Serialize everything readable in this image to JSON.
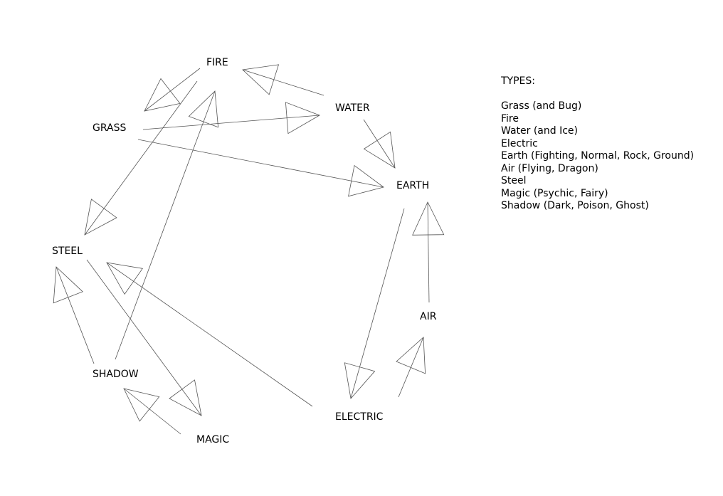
{
  "diagram": {
    "nodes": [
      {
        "id": "fire",
        "label": "FIRE"
      },
      {
        "id": "water",
        "label": "WATER"
      },
      {
        "id": "grass",
        "label": "GRASS"
      },
      {
        "id": "earth",
        "label": "EARTH"
      },
      {
        "id": "steel",
        "label": "STEEL"
      },
      {
        "id": "air",
        "label": "AIR"
      },
      {
        "id": "shadow",
        "label": "SHADOW"
      },
      {
        "id": "electric",
        "label": "ELECTRIC"
      },
      {
        "id": "magic",
        "label": "MAGIC"
      }
    ],
    "edges": [
      {
        "from": "fire",
        "to": "grass"
      },
      {
        "from": "water",
        "to": "fire"
      },
      {
        "from": "grass",
        "to": "water"
      },
      {
        "from": "water",
        "to": "earth"
      },
      {
        "from": "grass",
        "to": "earth"
      },
      {
        "from": "fire",
        "to": "steel"
      },
      {
        "from": "shadow",
        "to": "fire"
      },
      {
        "from": "earth",
        "to": "electric"
      },
      {
        "from": "air",
        "to": "earth"
      },
      {
        "from": "electric",
        "to": "air"
      },
      {
        "from": "electric",
        "to": "steel"
      },
      {
        "from": "shadow",
        "to": "steel"
      },
      {
        "from": "steel",
        "to": "magic"
      },
      {
        "from": "magic",
        "to": "shadow"
      }
    ]
  },
  "legend": {
    "title": "TYPES:",
    "items": [
      "Grass (and Bug)",
      "Fire",
      "Water (and Ice)",
      "Electric",
      "Earth (Fighting, Normal, Rock, Ground)",
      "Air (Flying, Dragon)",
      "Steel",
      "Magic (Psychic, Fairy)",
      "Shadow (Dark, Poison, Ghost)"
    ]
  }
}
